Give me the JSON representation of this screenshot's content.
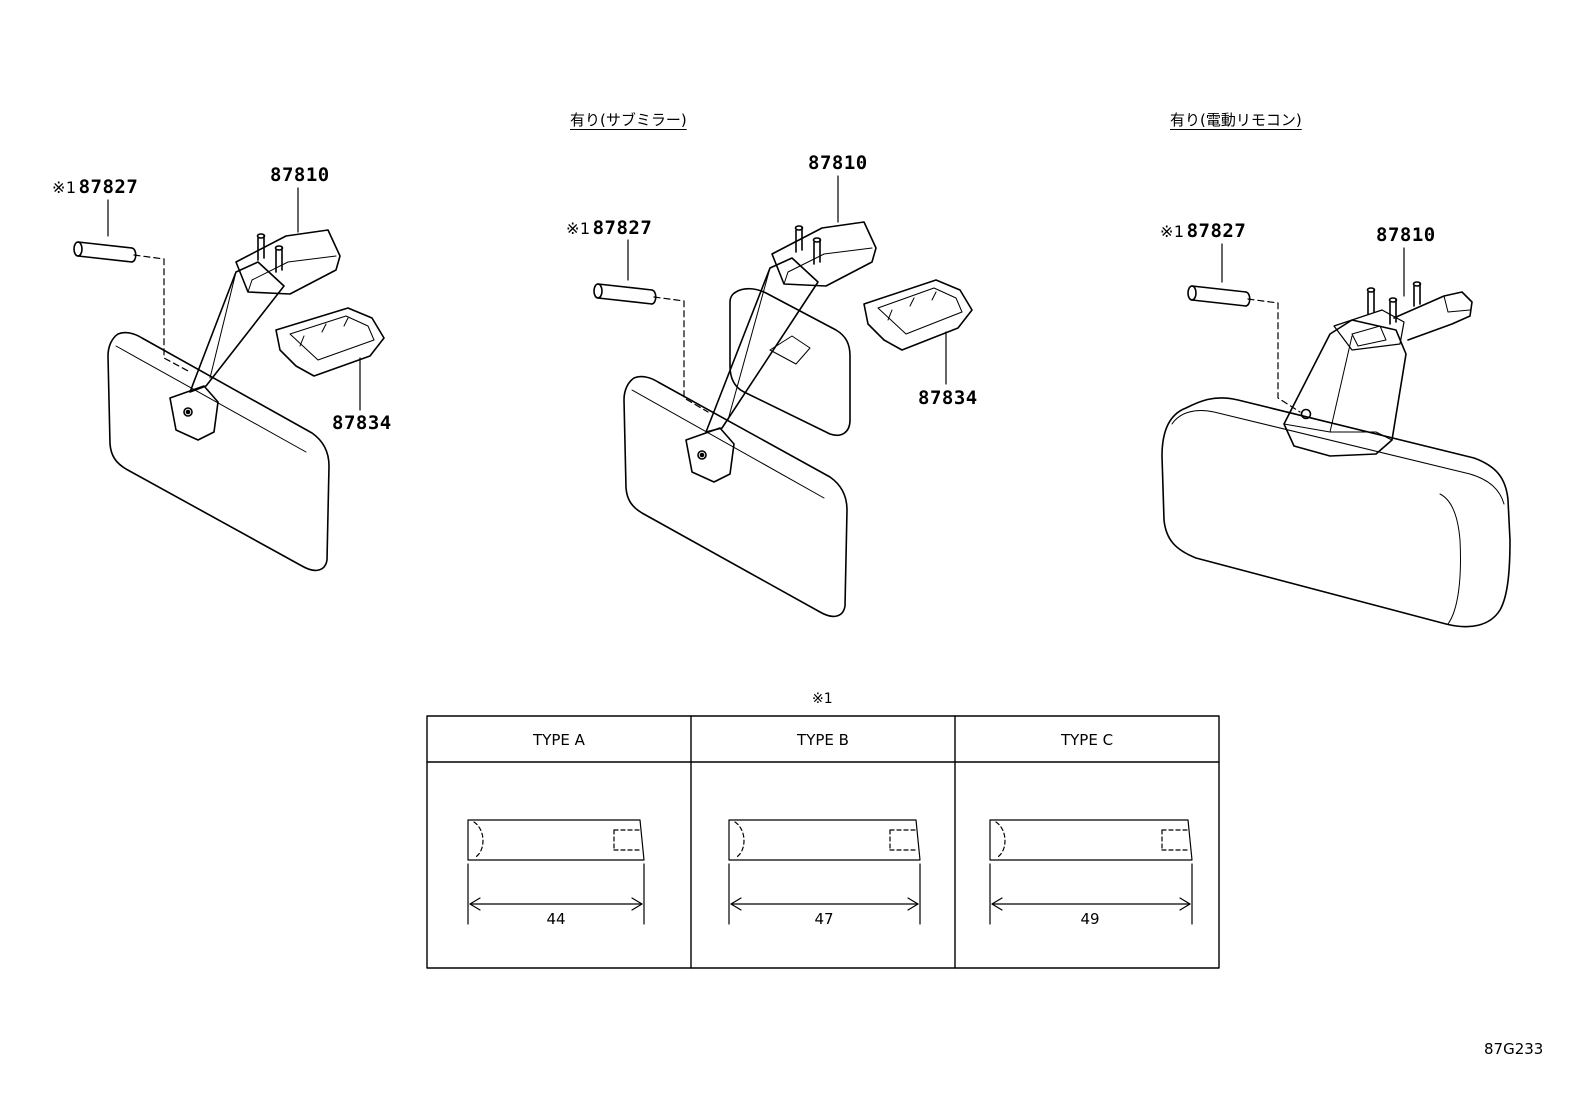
{
  "views": [
    {
      "header": "",
      "labels": {
        "pin": "87827",
        "bracket": "87810",
        "cover": "87834"
      },
      "pin_note": "※1"
    },
    {
      "header": "有り(サブミラー)",
      "labels": {
        "pin": "87827",
        "bracket": "87810",
        "cover": "87834"
      },
      "pin_note": "※1"
    },
    {
      "header": "有り(電動リモコン)",
      "labels": {
        "pin": "87827",
        "bracket": "87810"
      },
      "pin_note": "※1"
    }
  ],
  "table": {
    "note": "※1",
    "columns": [
      {
        "type": "TYPE A",
        "length": "44"
      },
      {
        "type": "TYPE B",
        "length": "47"
      },
      {
        "type": "TYPE C",
        "length": "49"
      }
    ]
  },
  "diagram_code": "87G233"
}
